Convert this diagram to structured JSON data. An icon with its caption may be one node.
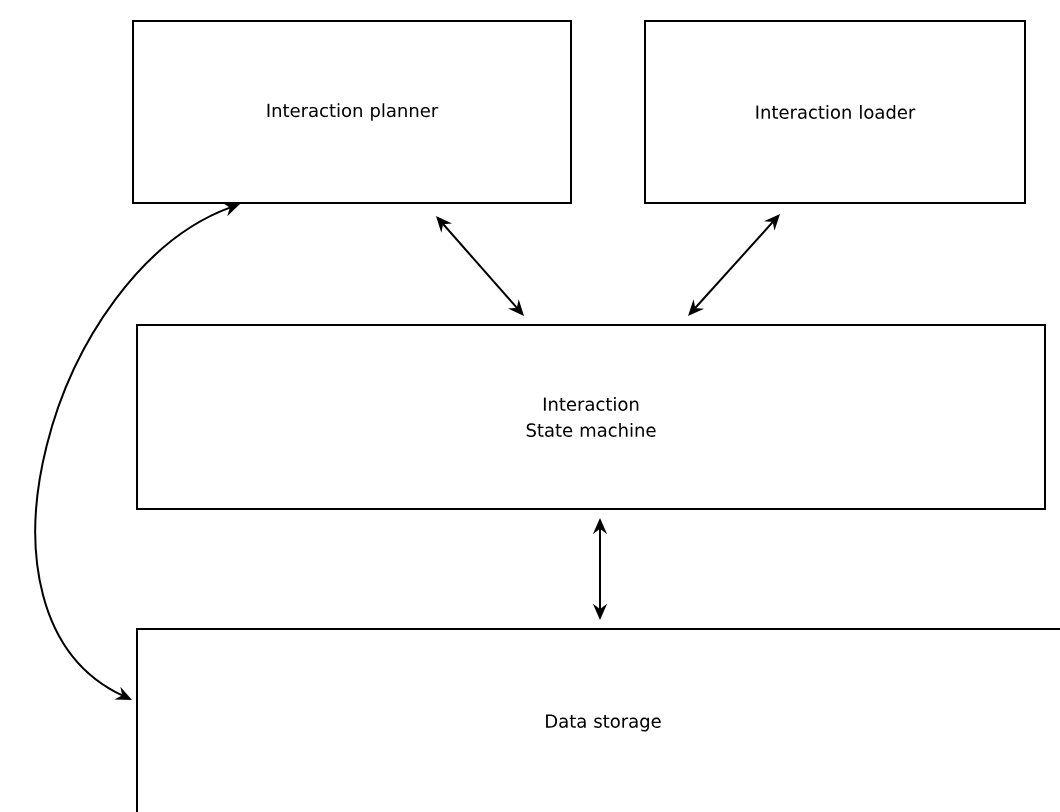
{
  "diagram": {
    "nodes": [
      {
        "text": [
          "Interaction planner"
        ]
      },
      {
        "text": [
          "Interaction loader"
        ]
      },
      {
        "text": [
          "Interaction State machine"
        ]
      },
      {
        "text": [
          "Data storage"
        ]
      }
    ],
    "edges": [
      {
        "from": 0,
        "to": 2,
        "arrow": "both"
      },
      {
        "from": 1,
        "to": 2,
        "arrow": "both"
      },
      {
        "from": 2,
        "to": 3,
        "arrow": "both"
      },
      {
        "from": 0,
        "to": 3,
        "arrow": "both"
      }
    ]
  }
}
